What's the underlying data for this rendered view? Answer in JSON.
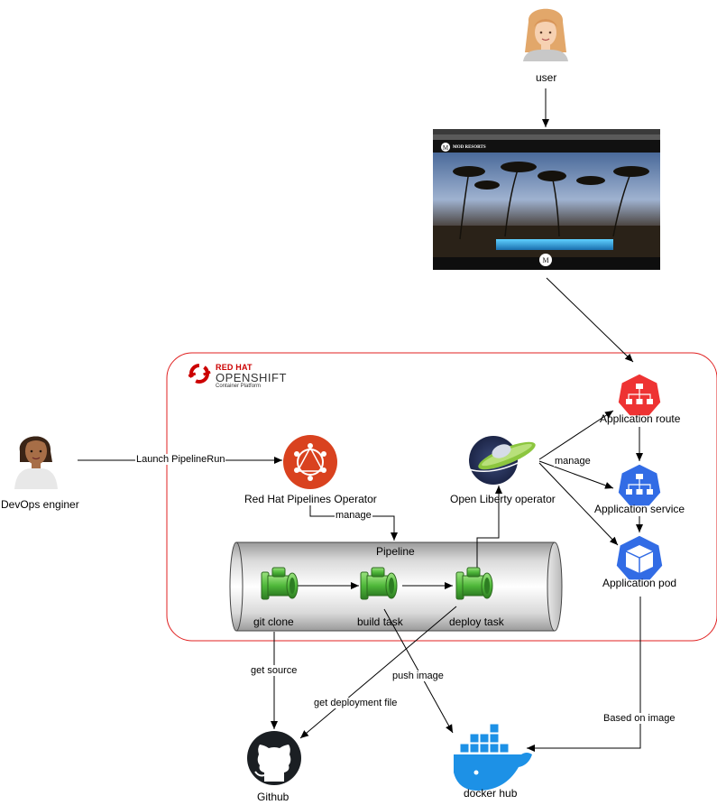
{
  "platform": {
    "brand_top": "RED HAT",
    "brand_name": "OPENSHIFT",
    "brand_sub": "Container Platform"
  },
  "nodes": {
    "user": "user",
    "devops": "DevOps enginer",
    "pipelines_operator": "Red Hat Pipelines Operator",
    "liberty_operator": "Open Liberty operator",
    "pipeline": "Pipeline",
    "git_clone": "git clone",
    "build_task": "build task",
    "deploy_task": "deploy task",
    "app_route": "Application route",
    "app_service": "Application service",
    "app_pod": "Application pod",
    "github": "Github",
    "dockerhub": "docker hub"
  },
  "website": {
    "title": "MOD RESORTS"
  },
  "edges": {
    "launch": "Launch PipelineRun",
    "manage_pipeline": "manage",
    "manage_app": "manage",
    "get_source": "get source",
    "get_deployment_file": "get deployment file",
    "push_image": "push image",
    "based_on_image": "Based on image"
  },
  "colors": {
    "openshift_red": "#cc0000",
    "k8s_route_red": "#ee3333",
    "k8s_blue": "#326ce5",
    "pipe_green": "#5ec24a",
    "docker_blue": "#1d91e6",
    "github_black": "#1b1f23"
  }
}
